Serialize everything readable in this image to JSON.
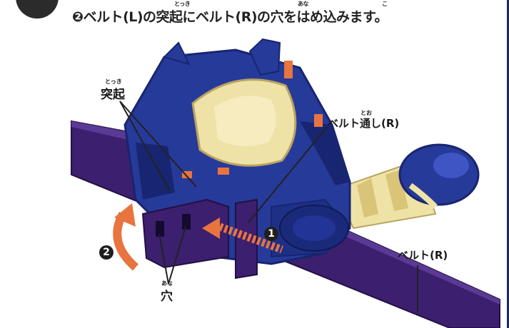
{
  "step": {
    "instruction": "❷ベルト(L)の突起にベルト(R)の穴をはめ込みます。",
    "ruby_toki": "とっき",
    "ruby_ana": "あな",
    "ruby_komi": "こ"
  },
  "labels": {
    "protrusion": "突起",
    "protrusion_ruby": "とっき",
    "belt_guide": "ベルト通し(R)",
    "belt_guide_ruby": "とお",
    "hole": "穴",
    "hole_ruby": "あな",
    "belt_r": "ベルト(R)"
  },
  "markers": {
    "one": "1",
    "two": "2"
  },
  "colors": {
    "belt": "#3c1f6e",
    "belt_edge": "#221044",
    "device_blue": "#263a9a",
    "device_dark": "#182570",
    "cream": "#efe2a6",
    "orange": "#e8743f"
  }
}
